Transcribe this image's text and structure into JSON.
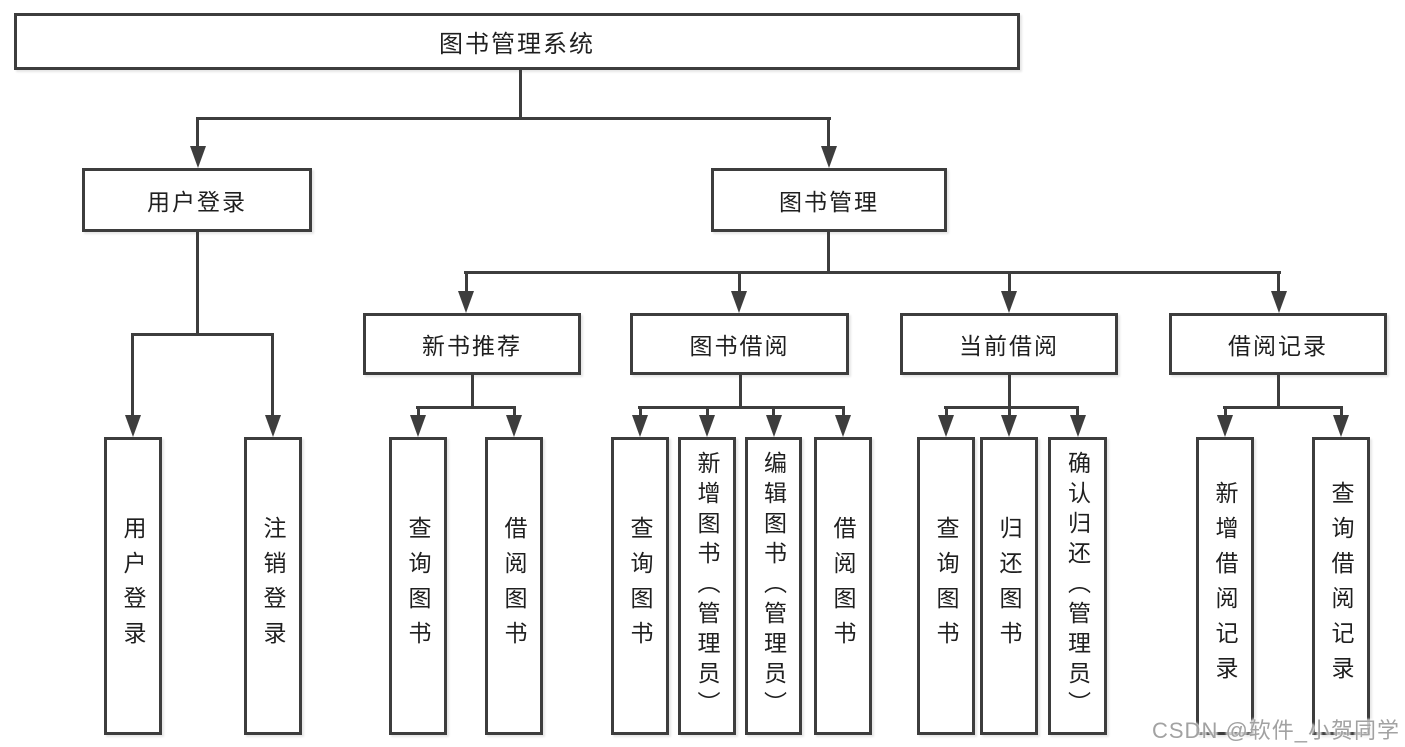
{
  "diagram": {
    "root": {
      "label": "图书管理系统"
    },
    "branches": {
      "user_login": {
        "label": "用户登录"
      },
      "book_mgmt": {
        "label": "图书管理"
      }
    },
    "modules": {
      "new_book": {
        "label": "新书推荐"
      },
      "book_borrow": {
        "label": "图书借阅"
      },
      "current_borrow": {
        "label": "当前借阅"
      },
      "borrow_records": {
        "label": "借阅记录"
      }
    },
    "leaves": {
      "user_login_leaf": {
        "label": "用户登录"
      },
      "logout": {
        "label": "注销登录"
      },
      "nb_query": {
        "label": "查询图书"
      },
      "nb_borrow": {
        "label": "借阅图书"
      },
      "bb_query": {
        "label": "查询图书"
      },
      "bb_add": {
        "label": "新增图书（管理员）"
      },
      "bb_edit": {
        "label": "编辑图书（管理员）"
      },
      "bb_borrow": {
        "label": "借阅图书"
      },
      "cb_query": {
        "label": "查询图书"
      },
      "cb_return": {
        "label": "归还图书"
      },
      "cb_confirm": {
        "label": "确认归还（管理员）"
      },
      "br_add": {
        "label": "新增借阅记录"
      },
      "br_query": {
        "label": "查询借阅记录"
      }
    }
  },
  "watermark": {
    "text": "CSDN @软件_小贺同学"
  },
  "colors": {
    "line": "#3d3d3d",
    "text": "#1f1f1f",
    "watermark": "#a2a2a2",
    "background": "#ffffff"
  }
}
